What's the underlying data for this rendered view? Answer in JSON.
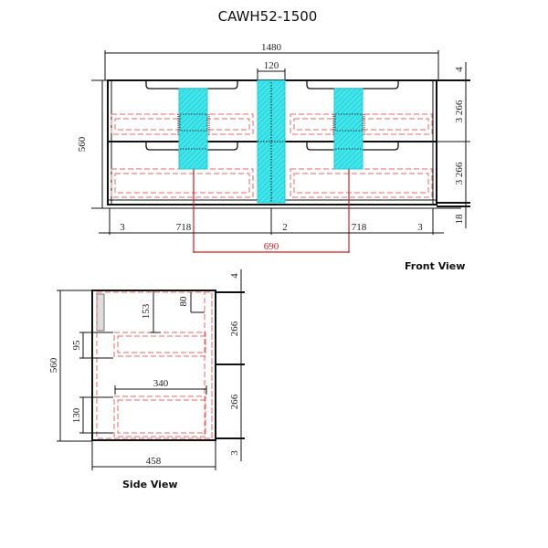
{
  "title": "CAWH52-1500",
  "front_view": {
    "label": "Front View",
    "overall_width": "1480",
    "center_gap_width": "120",
    "height": "560",
    "right_dims": [
      "4",
      "3 266",
      "3 266",
      "18"
    ],
    "bottom_dims": [
      "3",
      "718",
      "2",
      "718",
      "3"
    ],
    "plumbing_span": "690"
  },
  "side_view": {
    "label": "Side View",
    "depth": "458",
    "height": "560",
    "dims": {
      "top_offset": "153",
      "handle_drop": "80",
      "upper_drawer_height": "95",
      "lower_drawer_height": "130",
      "lower_drawer_depth": "340"
    },
    "right_dims": [
      "4",
      "266",
      "266",
      "3"
    ]
  },
  "colors": {
    "outline": "#111111",
    "drawer_dashed": "#e46a6a",
    "plumbing": "#d21d1d",
    "cutout": "#3fe6ec"
  }
}
